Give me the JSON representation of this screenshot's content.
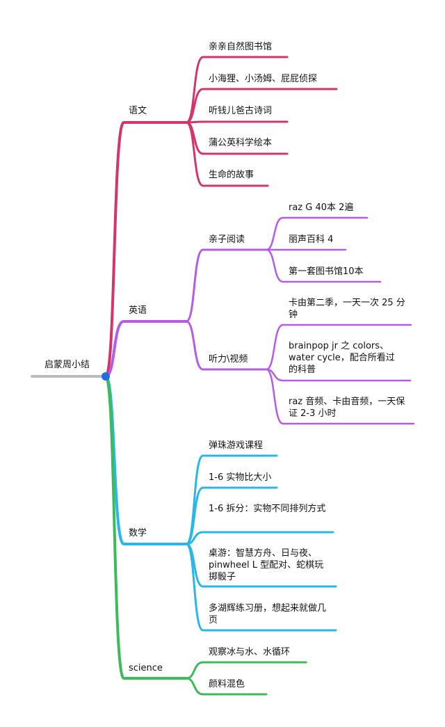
{
  "root": {
    "label": "启蒙周小结",
    "connector_color": "#bbbbbb",
    "dot_color": "#1f6fe0"
  },
  "branches": [
    {
      "label": "语文",
      "color": "#d6336c",
      "items": [
        {
          "label": "亲亲自然图书馆"
        },
        {
          "label": "小海狸、小汤姆、屁屁侦探"
        },
        {
          "label": "听钱儿爸古诗词"
        },
        {
          "label": "蒲公英科学绘本"
        },
        {
          "label": "生命的故事"
        }
      ]
    },
    {
      "label": "英语",
      "color": "#b65be8",
      "items": [
        {
          "label": "亲子阅读",
          "children": [
            {
              "label": "raz G 40本 2遍"
            },
            {
              "label": "丽声百科 4"
            },
            {
              "label": "第一套图书馆10本"
            }
          ]
        },
        {
          "label": "听力\\视频",
          "children": [
            {
              "label": "卡由第二季，一天一次 25 分钟"
            },
            {
              "label": "brainpop jr 之 colors、water cycle，配合所看过的科普"
            },
            {
              "label": "raz 音频、卡由音频，一天保证 2-3 小时"
            }
          ]
        }
      ]
    },
    {
      "label": "数学",
      "color": "#29b6ea",
      "items": [
        {
          "label": "弹珠游戏课程"
        },
        {
          "label": "1-6 实物比大小"
        },
        {
          "label": "1-6 拆分：实物不同排列方式"
        },
        {
          "label": "桌游：智慧方舟、日与夜、pinwheel L 型配对、蛇棋玩掷骰子"
        },
        {
          "label": "多湖辉练习册，想起来就做几页"
        }
      ]
    },
    {
      "label": "science",
      "color": "#3dbb5a",
      "items": [
        {
          "label": "观察冰与水、水循环"
        },
        {
          "label": "颜料混色"
        }
      ]
    }
  ]
}
